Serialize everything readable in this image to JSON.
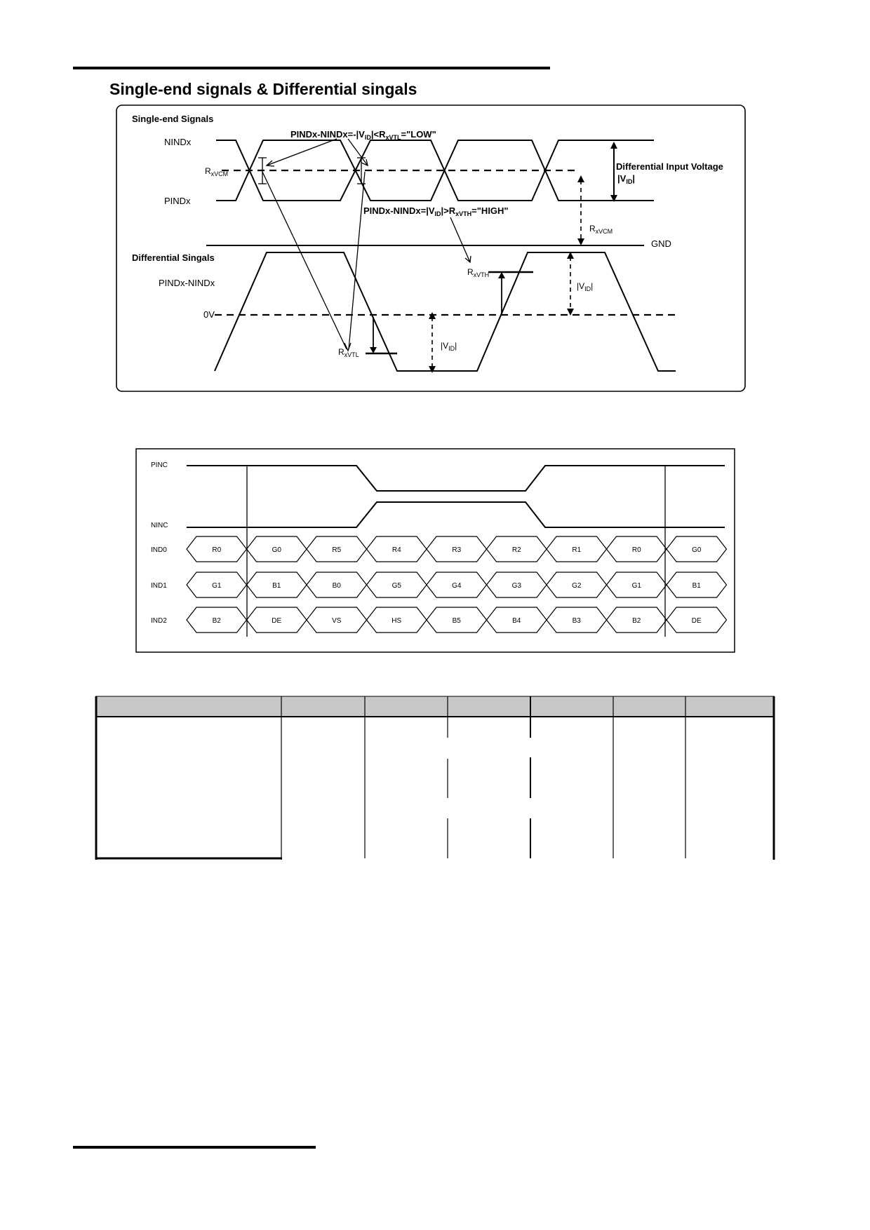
{
  "page": {
    "heading": "Single-end signals & Differential singals"
  },
  "fig1": {
    "section_single": "Single-end Signals",
    "nindx": "NINDx",
    "pindx": "PINDx",
    "rxvcm_left": {
      "main": "R",
      "sub": "xVCM"
    },
    "low_note": "PINDx-NINDx=-|Vᴵᴰ|<Rₓᵛᵀᴸ=\"LOW\"",
    "low_parts": [
      "PINDx-NINDx=-|V",
      "ID",
      "|<R",
      "xVTL",
      "=\"LOW\""
    ],
    "high_parts": [
      "PINDx-NINDx=|V",
      "ID",
      "|>R",
      "xVTH",
      "=\"HIGH\""
    ],
    "diff_input_voltage": "Differential Input Voltage",
    "vid_parts": [
      "|V",
      "ID",
      "|"
    ],
    "rxvcm_right": {
      "main": "R",
      "sub": "xVCM"
    },
    "gnd": "GND",
    "section_diff": "Differential Singals",
    "pindx_nindx": "PINDx-NINDx",
    "zero_v": "0V",
    "rxvth": {
      "main": "R",
      "sub": "xVTH"
    },
    "rxvtl": {
      "main": "R",
      "sub": "xVTL"
    }
  },
  "fig2": {
    "pinc": "PINC",
    "ninc": "NINC",
    "rows": [
      {
        "label": "IND0",
        "cells": [
          "R0",
          "G0",
          "R5",
          "R4",
          "R3",
          "R2",
          "R1",
          "R0",
          "G0"
        ]
      },
      {
        "label": "IND1",
        "cells": [
          "G1",
          "B1",
          "B0",
          "G5",
          "G4",
          "G3",
          "G2",
          "G1",
          "B1"
        ]
      },
      {
        "label": "IND2",
        "cells": [
          "B2",
          "DE",
          "VS",
          "HS",
          "B5",
          "B4",
          "B3",
          "B2",
          "DE"
        ]
      }
    ]
  },
  "table": {
    "header_color": "#c8c8c8",
    "columns": [
      "",
      "",
      "",
      "",
      "",
      "",
      ""
    ]
  }
}
